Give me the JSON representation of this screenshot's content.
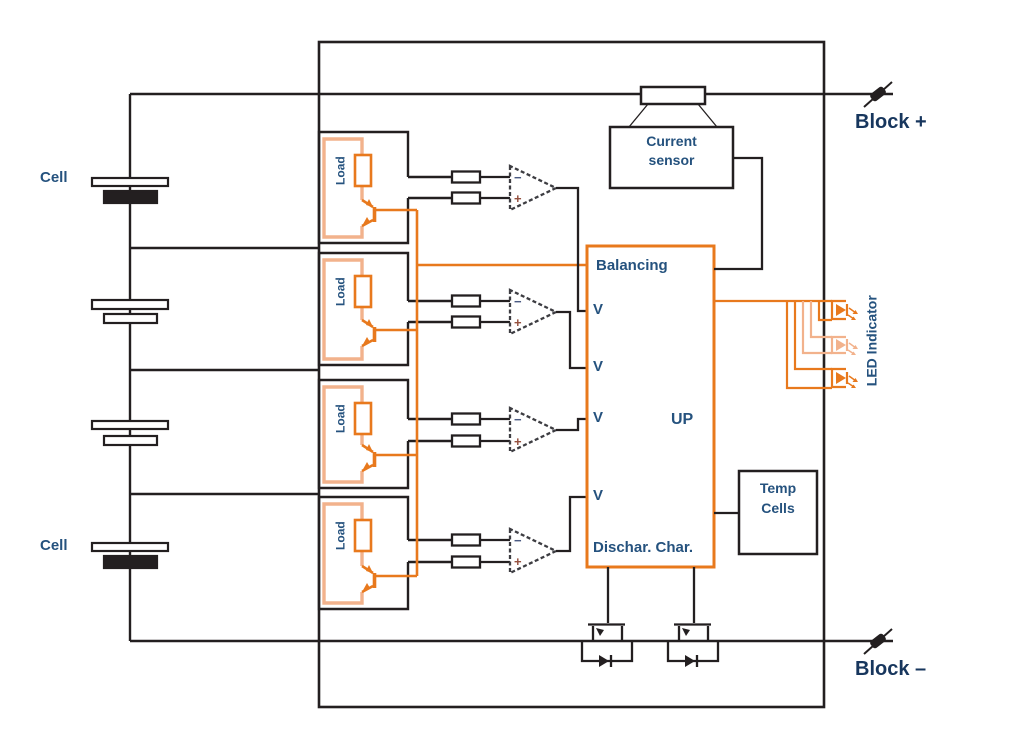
{
  "labels": {
    "cell": "Cell",
    "load": "Load",
    "block_plus": "Block +",
    "block_minus": "Block –",
    "led_indicator": "LED Indicator"
  },
  "opamp": {
    "minus": "−",
    "plus": "+"
  },
  "controller": {
    "balancing": "Balancing",
    "v": "V",
    "up": "UP",
    "dischar": "Dischar. Char."
  },
  "current_sensor": {
    "line1": "Current",
    "line2": "sensor"
  },
  "temp_box": {
    "line1": "Temp",
    "line2": "Cells"
  },
  "colors": {
    "wire_black": "#231f20",
    "orange": "#e8791d",
    "pale_orange": "#f2b28c",
    "text_navy": "#25527e",
    "block_text": "#17365d"
  }
}
